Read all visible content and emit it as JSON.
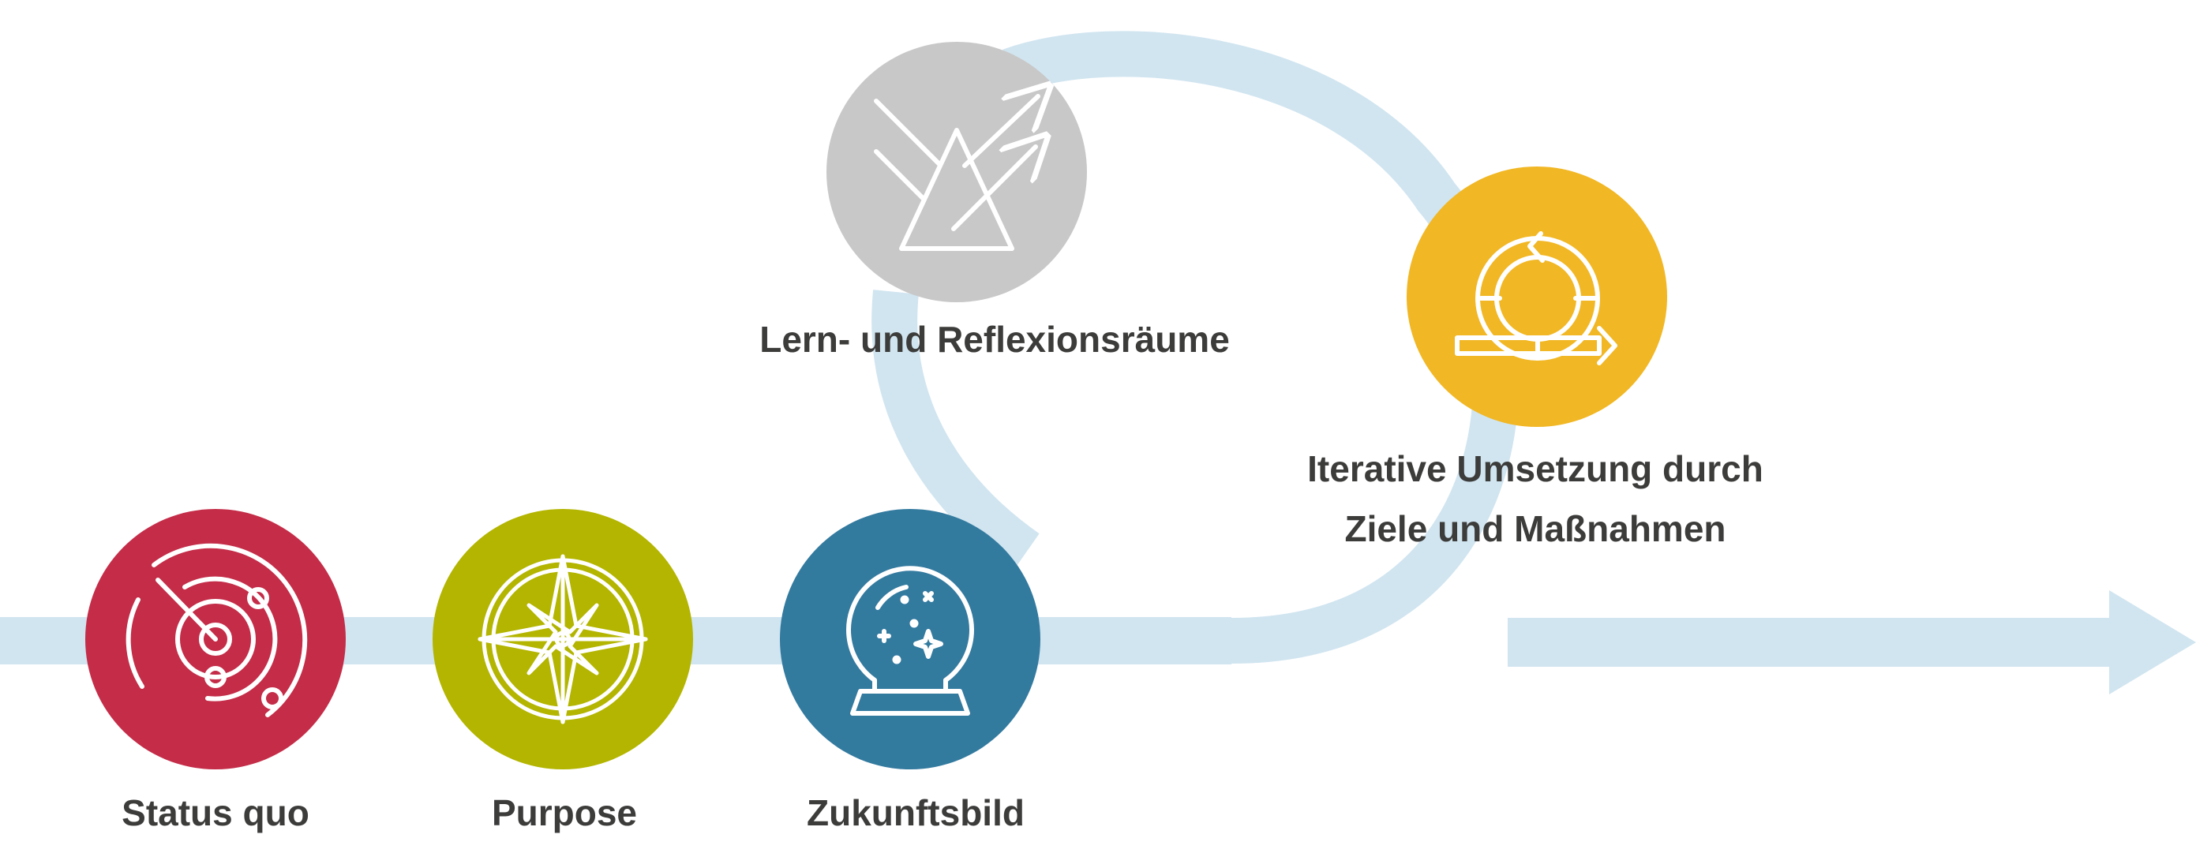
{
  "colors": {
    "flow": "#d1e5f0",
    "status": "#c42c48",
    "purpose": "#b3b500",
    "zukunft": "#337a9f",
    "lern": "#c8c8c8",
    "iterativ": "#f1b724",
    "icon_stroke": "#ffffff",
    "text": "#3c3c3b"
  },
  "steps": [
    {
      "id": "status",
      "label": "Status quo",
      "icon": "radar-icon"
    },
    {
      "id": "purpose",
      "label": "Purpose",
      "icon": "compass-rose-icon"
    },
    {
      "id": "zukunft",
      "label": "Zukunftsbild",
      "icon": "crystal-ball-icon"
    },
    {
      "id": "lern",
      "label": "Lern- und Reflexionsräume",
      "icon": "prism-icon"
    },
    {
      "id": "iterativ",
      "label_line1": "Iterative Umsetzung durch",
      "label_line2": "Ziele und Maßnahmen",
      "icon": "iteration-cycle-icon"
    }
  ]
}
